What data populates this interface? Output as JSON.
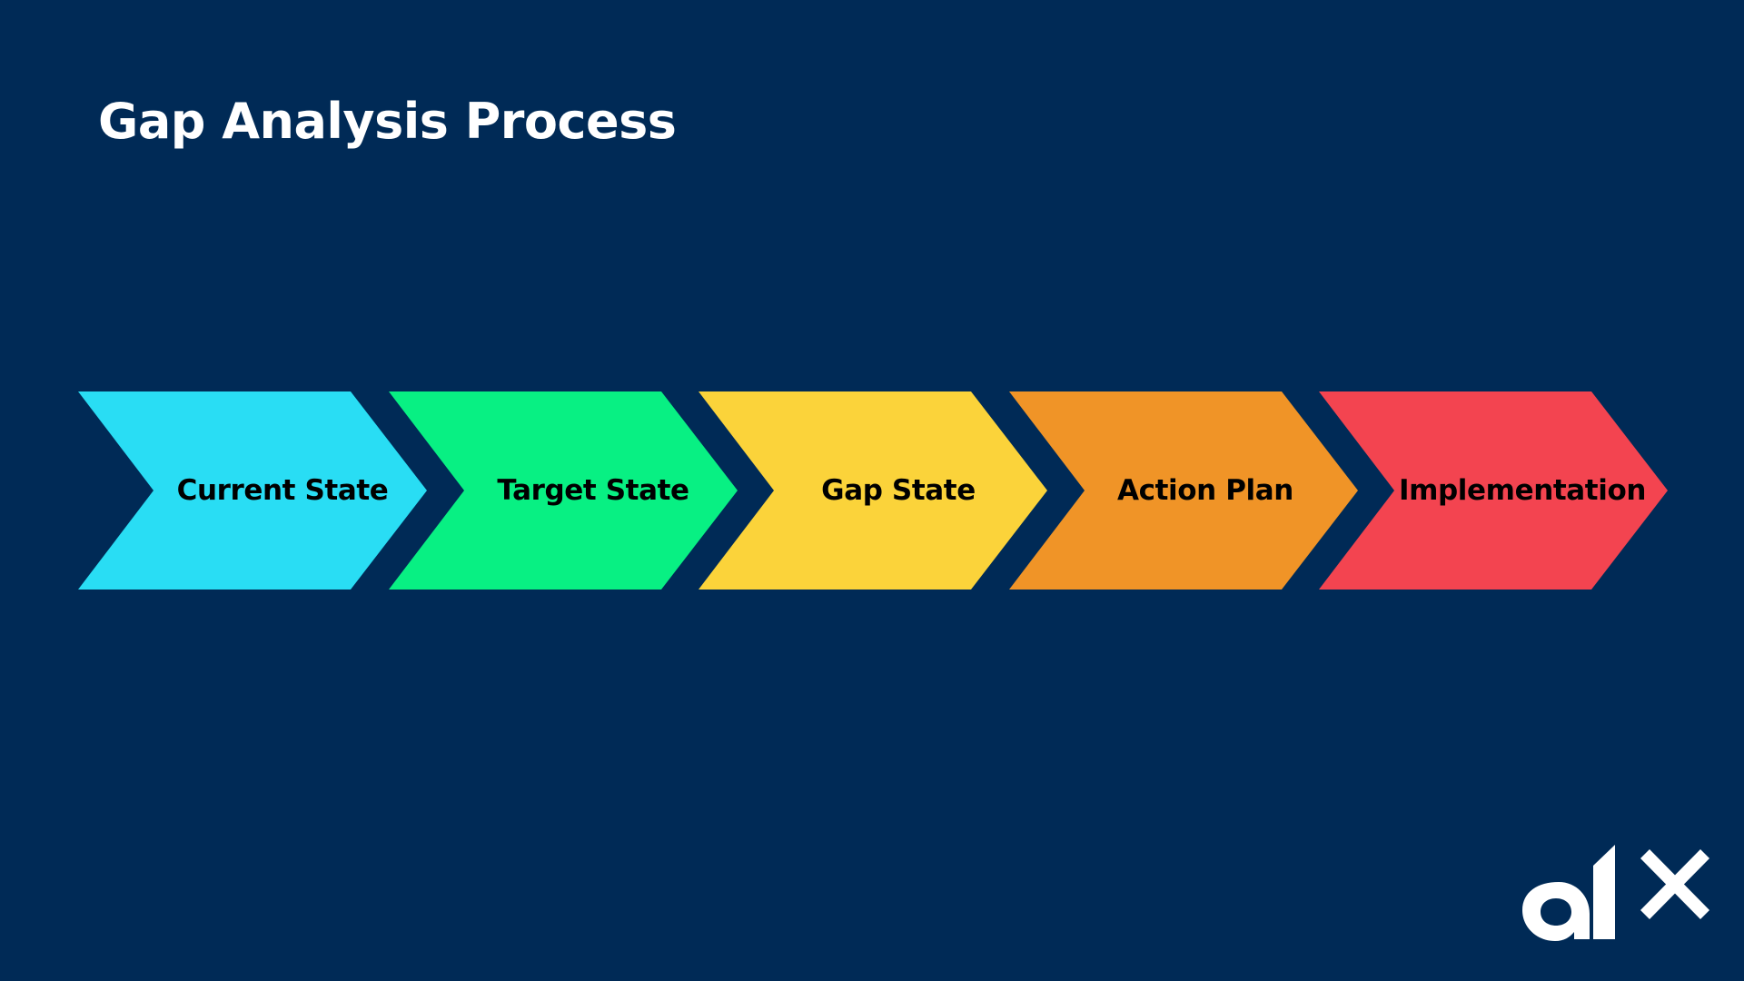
{
  "slide": {
    "title": "Gap Analysis Process"
  },
  "steps": [
    {
      "label": "Current State",
      "color": "#29ddf4"
    },
    {
      "label": "Target State",
      "color": "#08f083"
    },
    {
      "label": "Gap State",
      "color": "#fbd33a"
    },
    {
      "label": "Action Plan",
      "color": "#f09427"
    },
    {
      "label": "Implementation",
      "color": "#f34450"
    }
  ],
  "logo": {
    "text": "alx",
    "color": "#ffffff",
    "icon": "alx-logo"
  },
  "colors": {
    "background": "#002a56",
    "title": "#ffffff",
    "label": "#000000"
  }
}
